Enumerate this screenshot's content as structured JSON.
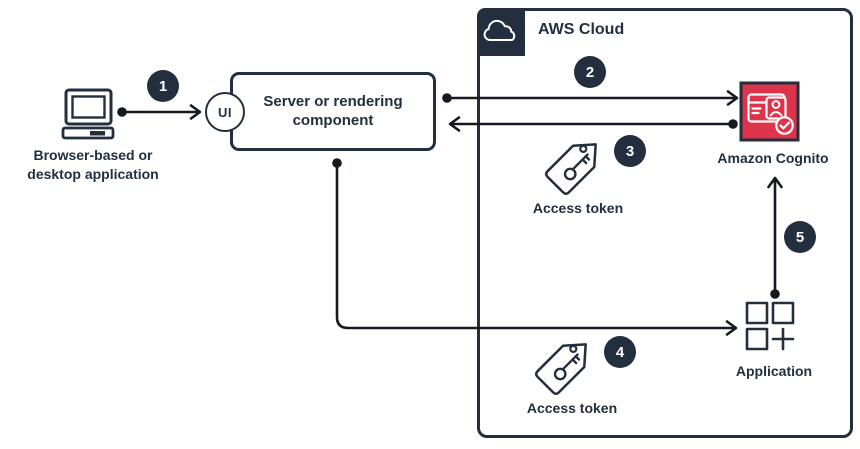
{
  "diagram_title": "AWS Cloud",
  "colors": {
    "ink": "#232F3E",
    "arrow": "#16191F",
    "cognito_red": "#DD344C",
    "background": "#FFFFFF"
  },
  "nodes": {
    "browser_app": {
      "label": "Browser-based or desktop application",
      "icon": "desktop-computer-icon"
    },
    "server": {
      "label": "Server or rendering component",
      "badge": "UI"
    },
    "aws_cloud": {
      "label": "AWS Cloud",
      "icon": "cloud-icon"
    },
    "cognito": {
      "label": "Amazon Cognito",
      "icon": "cognito-id-card-icon"
    },
    "access_token_top": {
      "label": "Access token",
      "icon": "access-token-tag-icon"
    },
    "access_token_bottom": {
      "label": "Access token",
      "icon": "access-token-tag-icon"
    },
    "application": {
      "label": "Application",
      "icon": "application-grid-icon"
    }
  },
  "steps": [
    "1",
    "2",
    "3",
    "4",
    "5"
  ]
}
